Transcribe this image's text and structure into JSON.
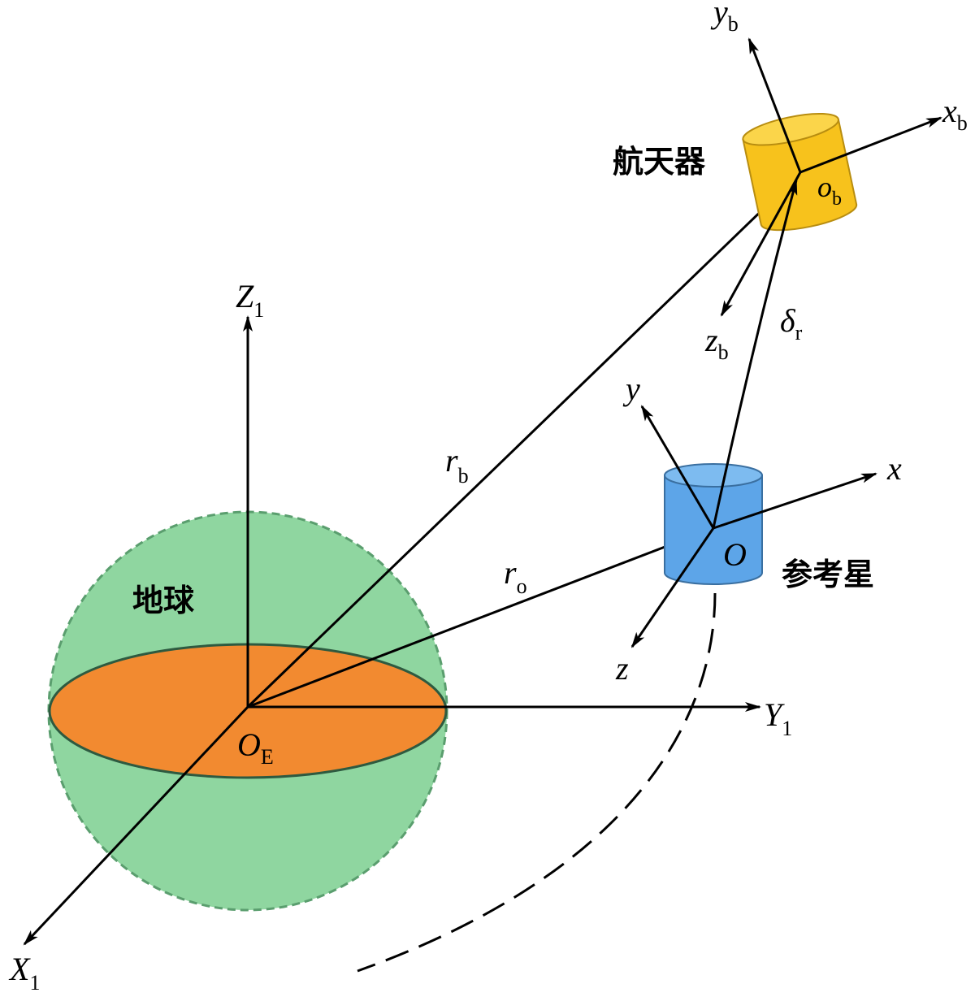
{
  "labels": {
    "earth": "地球",
    "spacecraft": "航天器",
    "reference_star": "参考星",
    "origin_earth": {
      "main": "O",
      "sub": "E"
    },
    "X1": {
      "main": "X",
      "sub": "1"
    },
    "Y1": {
      "main": "Y",
      "sub": "1"
    },
    "Z1": {
      "main": "Z",
      "sub": "1"
    },
    "r_b": {
      "main": "r",
      "sub": "b"
    },
    "r_o": {
      "main": "r",
      "sub": "o"
    },
    "delta_r": {
      "main": "δ",
      "sub": "r"
    },
    "x_b": {
      "main": "x",
      "sub": "b"
    },
    "y_b": {
      "main": "y",
      "sub": "b"
    },
    "z_b": {
      "main": "z",
      "sub": "b"
    },
    "o_b": {
      "main": "o",
      "sub": "b"
    },
    "x": "x",
    "y": "y",
    "z": "z",
    "O": "O"
  },
  "colors": {
    "earth_fill": "#8fd6a0",
    "earth_edge": "#5a9e6e",
    "equator_fill": "#f28a30",
    "spacecraft_fill": "#f7c21c",
    "spacecraft_top": "#fbd54a",
    "reference_fill": "#5da5e8",
    "reference_top": "#7dbbf0",
    "line": "#000000"
  }
}
